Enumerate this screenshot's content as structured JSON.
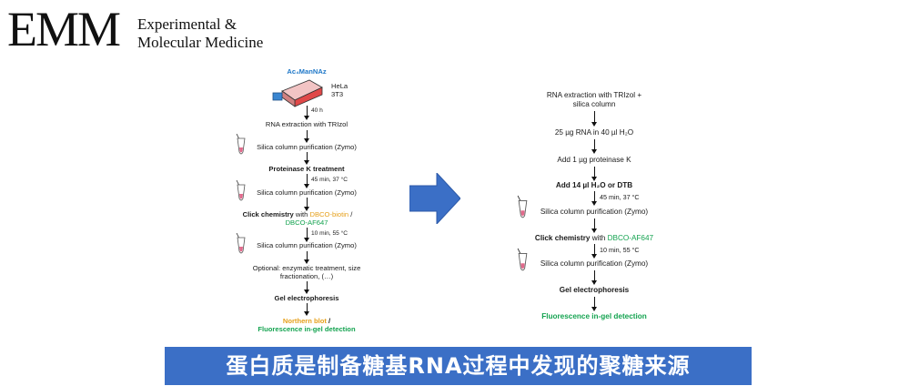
{
  "logo": {
    "mark": "EMM",
    "line1": "Experimental &",
    "line2": "Molecular Medicine"
  },
  "left_flow": {
    "reagent": "Ac₄ManNAz",
    "cells1": "HeLa",
    "cells2": "3T3",
    "time1": "40 h",
    "step1": "RNA extraction with TRIzol",
    "step2": "Silica column purification (Zymo)",
    "step3": "Proteinase K treatment",
    "cond3": "45 min, 37 °C",
    "step4": "Silica column purification (Zymo)",
    "step5_a": "Click chemistry",
    "step5_b": " with ",
    "step5_c": "DBCO-biotin",
    "step5_d": " /",
    "step5_e": "DBCO-AF647",
    "cond5": "10 min, 55 °C",
    "step6": "Silica column purification (Zymo)",
    "step7_a": "Optional: enzymatic treatment, size",
    "step7_b": "fractionation, (…)",
    "step8": "Gel electrophoresis",
    "step9_a": "Northern blot",
    "step9_b": " /",
    "step9_c": "Fluorescence in-gel detection"
  },
  "right_flow": {
    "step1_a": "RNA extraction with TRIzol +",
    "step1_b": "silica column",
    "step2": "25 µg RNA in 40 µl H₂O",
    "step3": "Add 1 µg proteinase K",
    "step4": "Add 14 µl H₂O or DTB",
    "cond4": "45 min, 37 °C",
    "step5": "Silica column purification (Zymo)",
    "step6_a": "Click chemistry",
    "step6_b": " with ",
    "step6_c": "DBCO-AF647",
    "cond6": "10 min, 55 °C",
    "step7": "Silica column purification (Zymo)",
    "step8": "Gel electrophoresis",
    "step9": "Fluorescence in-gel detection"
  },
  "banner": {
    "text": "蛋白质是制备糖基RNA过程中发现的聚糖来源"
  },
  "colors": {
    "banner": "#3b6fc6",
    "arrow": "#3b6fc6",
    "blue": "#1f78c8",
    "orange": "#e6a01b",
    "green": "#14a350"
  }
}
